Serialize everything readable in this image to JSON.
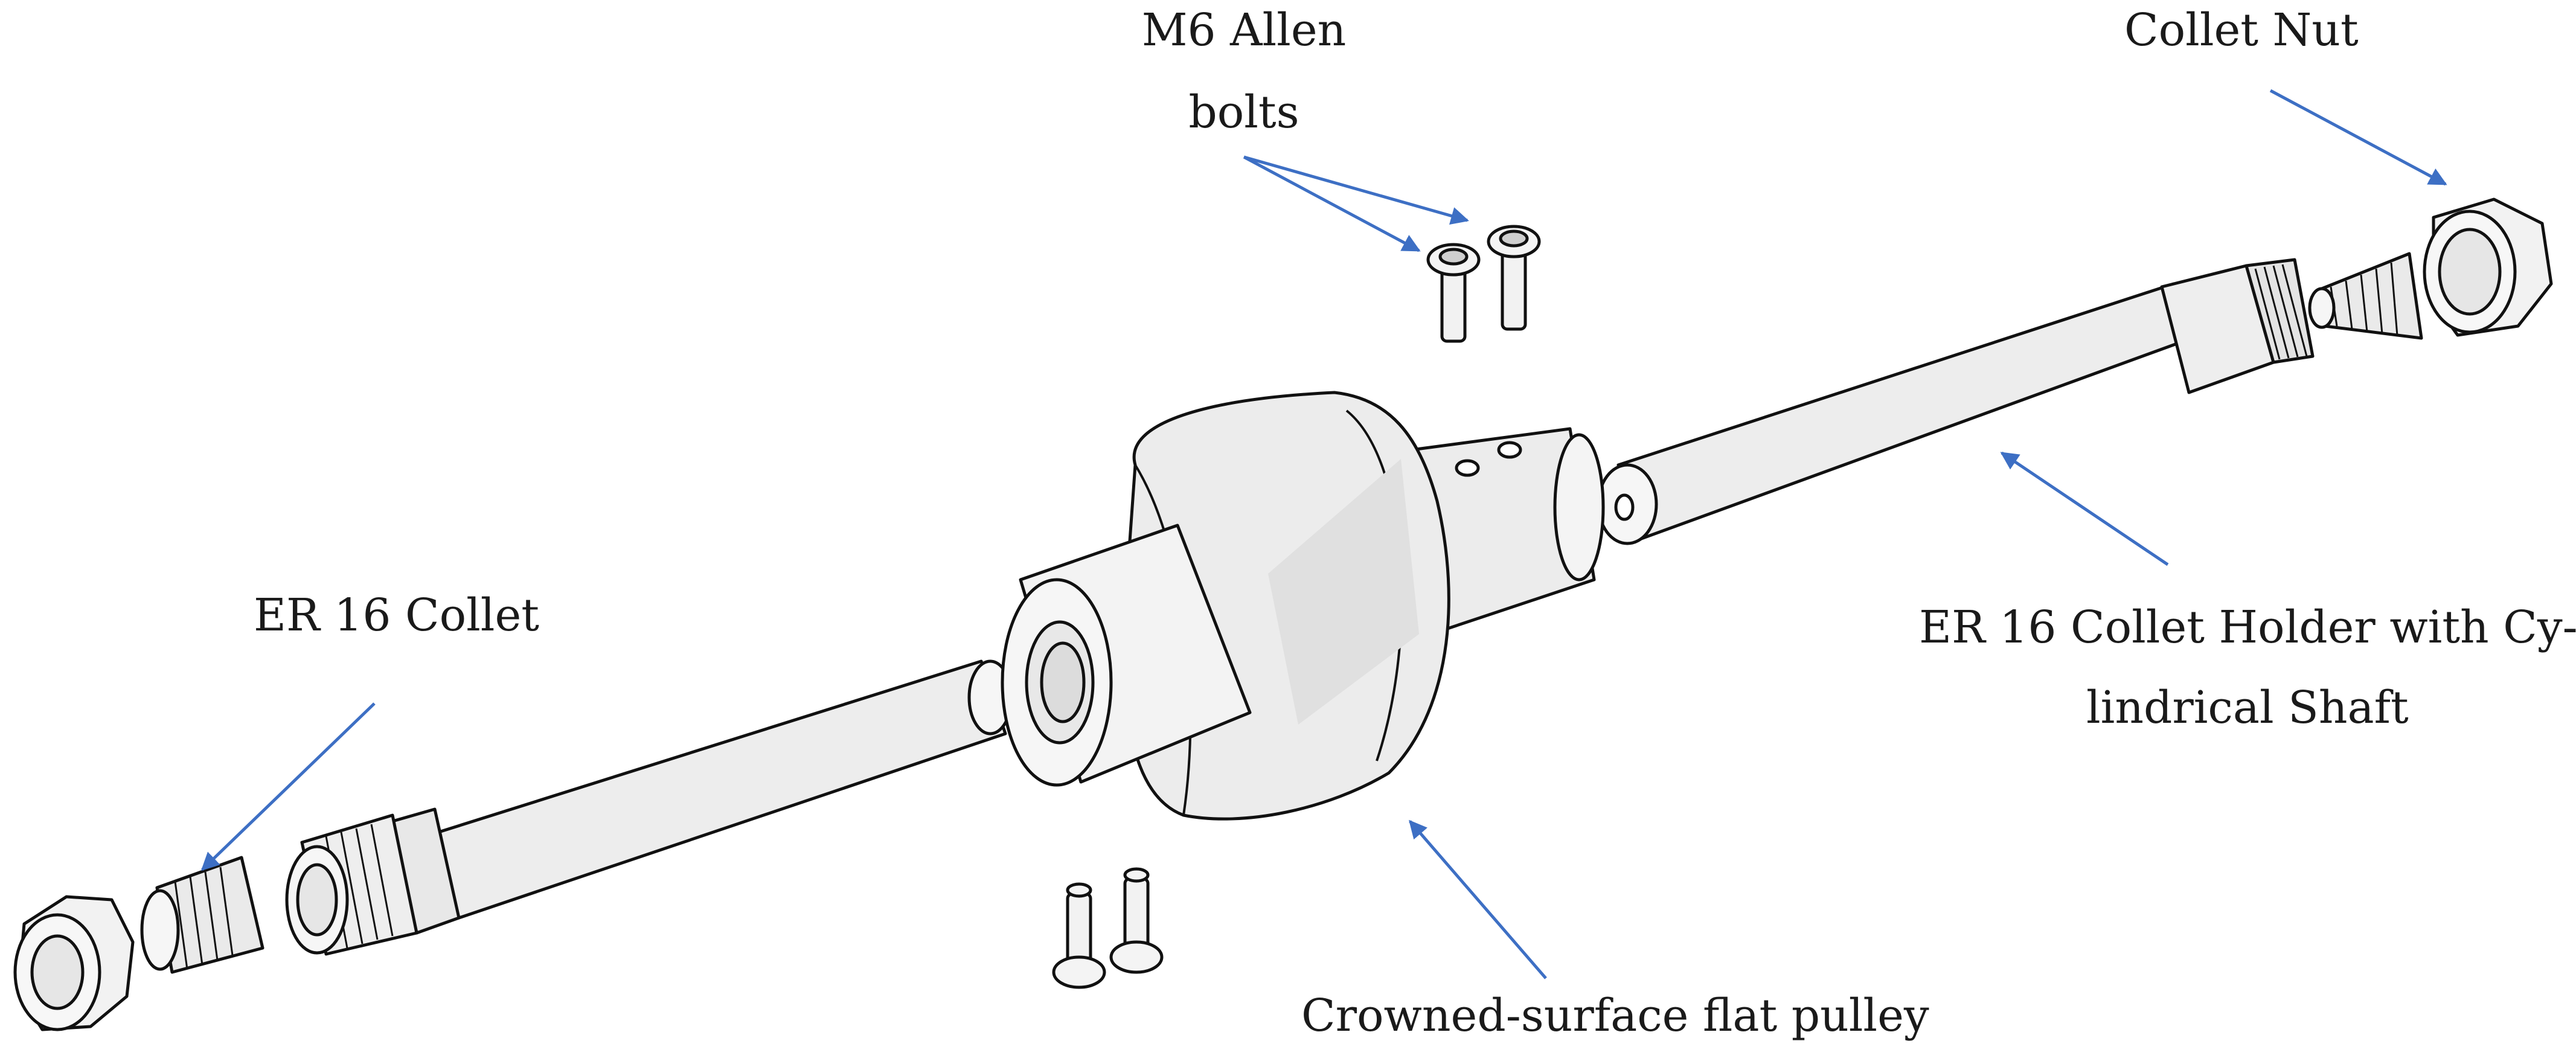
{
  "labels": {
    "bolts_line1": "M6 Allen",
    "bolts_line2": "bolts",
    "collet_nut": "Collet Nut",
    "er16_collet": "ER 16 Collet",
    "holder_line1": "ER 16 Collet Holder with Cy-",
    "holder_line2": "lindrical Shaft",
    "pulley": "Crowned-surface flat pulley"
  },
  "colors": {
    "arrow": "#3d6fc4",
    "outline": "#111111",
    "part_fill": "#f2f2f2",
    "part_shade": "#e2e2e2",
    "text": "#1a1a1a"
  }
}
